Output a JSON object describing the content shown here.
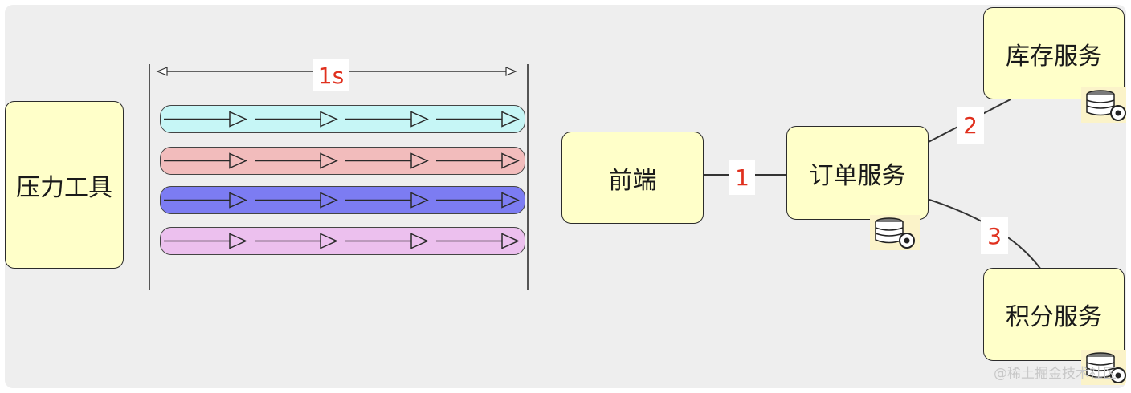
{
  "nodes": {
    "pressure_tool": "压力工具",
    "frontend": "前端",
    "order_service": "订单服务",
    "inventory_service": "库存服务",
    "points_service": "积分服务"
  },
  "edges": {
    "frontend_to_order": "1",
    "order_to_inventory": "2",
    "order_to_points": "3"
  },
  "timeline": {
    "duration_label": "1s",
    "lanes": [
      {
        "color": "#c6f6f6",
        "request_count": 4
      },
      {
        "color": "#f2bcbc",
        "request_count": 4
      },
      {
        "color": "#7c7cf2",
        "request_count": 4
      },
      {
        "color": "#ecc0ee",
        "request_count": 4
      }
    ]
  },
  "icons": [
    "database-gear-icon"
  ],
  "colors": {
    "node_fill": "#ffffc9",
    "label_red": "#e0301e",
    "background": "#eeeeee"
  },
  "watermark": "@稀土掘金技术社区"
}
